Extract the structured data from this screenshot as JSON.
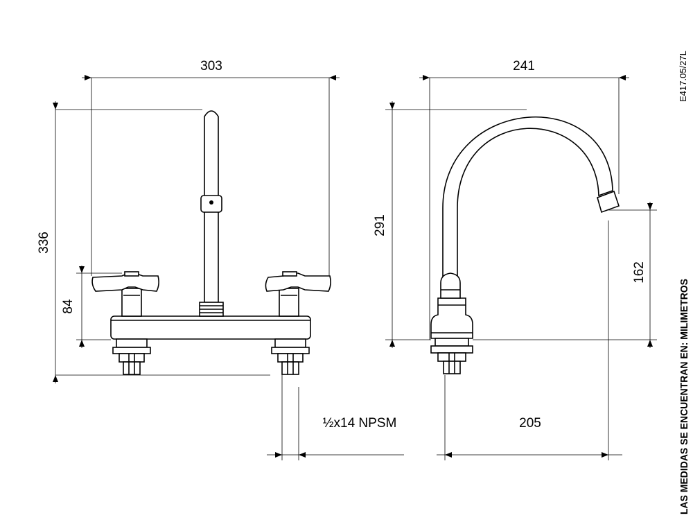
{
  "dimensions": {
    "front_width": "303",
    "front_height": "336",
    "handle_height": "84",
    "side_width": "241",
    "side_height": "291",
    "spout_clearance": "162",
    "spout_reach": "205",
    "thread": "½x14 NPSM"
  },
  "notes": {
    "code": "E417.05/27L",
    "units": "LAS MEDIDAS SE ENCUENTRAN EN: MILIMETROS"
  }
}
